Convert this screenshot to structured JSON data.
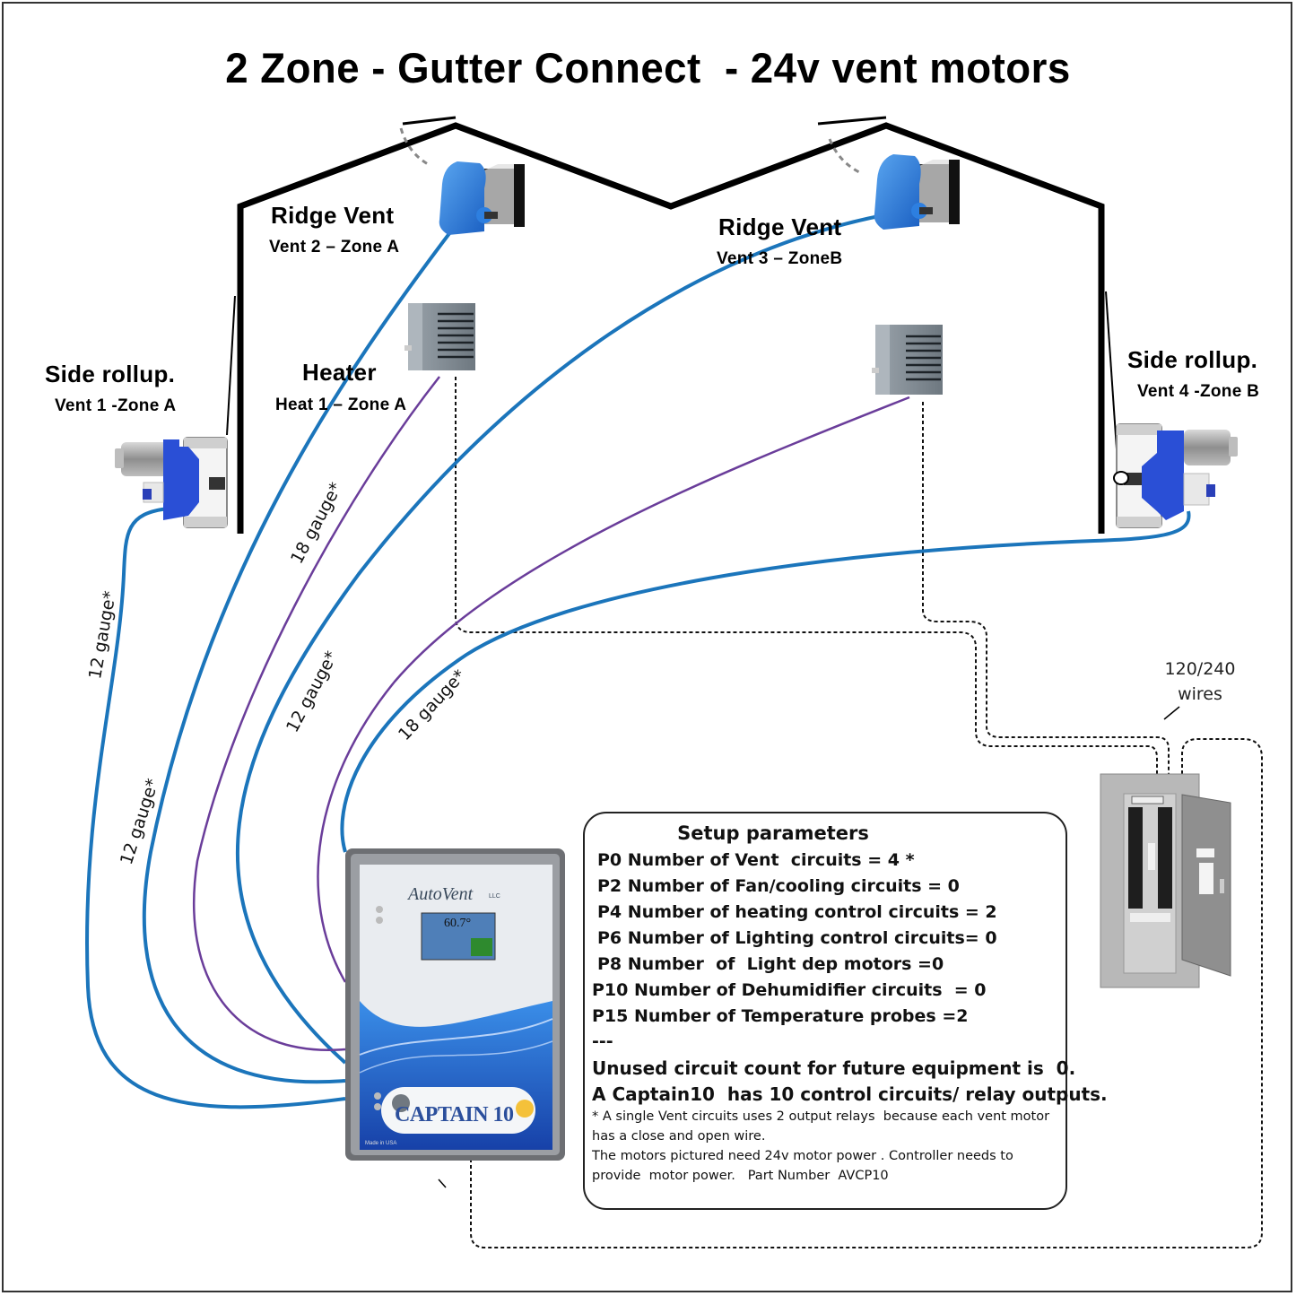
{
  "title": "2 Zone - Gutter Connect  - 24v vent motors",
  "devices": {
    "side_rollup_1": {
      "heading": "Side rollup.",
      "sub": "Vent 1 -Zone A"
    },
    "ridge_vent_2": {
      "heading": "Ridge Vent",
      "sub": "Vent 2 – Zone A"
    },
    "heater_1": {
      "heading": "Heater",
      "sub": "Heat 1 – Zone A"
    },
    "ridge_vent_3": {
      "heading": "Ridge Vent",
      "sub": "Vent 3  – ZoneB"
    },
    "side_rollup_4": {
      "heading": "Side rollup.",
      "sub": "Vent 4 -Zone B"
    }
  },
  "wires": {
    "gauge_labels": [
      "12 gauge*",
      "12 gauge*",
      "18 gauge*",
      "12 gauge*",
      "18 gauge*"
    ],
    "colors": {
      "motor_wire": "#1b75bb",
      "heater_wire": "#6a3d9a",
      "mains_wire": "#111111"
    }
  },
  "power_panel": {
    "note_line1": "120/240",
    "note_line2": "wires"
  },
  "controller": {
    "brand": "AutoVent",
    "brand_suffix": "LLC",
    "screen_temp": "60.7°",
    "model": "CAPTAIN 10",
    "made_in": "Made in USA"
  },
  "setup": {
    "title": "Setup parameters",
    "params": [
      "P0 Number of Vent  circuits = 4 *",
      "P2 Number of Fan/cooling circuits = 0",
      "P4 Number of heating control circuits = 2",
      "P6 Number of Lighting control circuits= 0",
      "P8 Number  of  Light dep motors =0",
      "P10 Number of Dehumidifier circuits  = 0",
      "P15 Number of Temperature probes =2"
    ],
    "separator": "---",
    "summary": [
      "Unused circuit count for future equipment is  0.",
      "A Captain10  has 10 control circuits/ relay outputs."
    ],
    "footnotes": [
      "* A single Vent circuits uses 2 output relays  because each vent motor",
      "has a close and open wire.",
      "The motors pictured need 24v motor power . Controller needs to",
      "provide  motor power.   Part Number  AVCP10"
    ]
  }
}
